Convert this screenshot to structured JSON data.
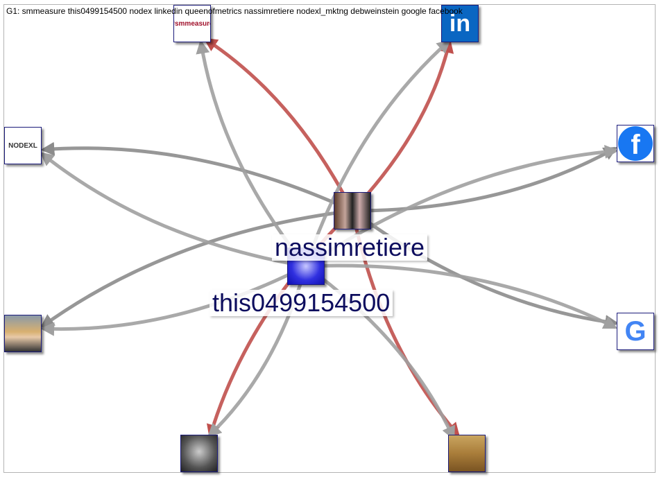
{
  "graph": {
    "title": "G1: smmeasure this0499154500 nodex linkedin queenofmetrics nassimretiere nodexl_mktng debweinstein google facebook",
    "nodes": [
      {
        "id": "smmeasure",
        "icon": "smmeasure-logo",
        "logo_text": "#smmeasure"
      },
      {
        "id": "linkedin",
        "icon": "linkedin-logo",
        "logo_text": "in"
      },
      {
        "id": "nodex",
        "icon": "nodexl-logo",
        "logo_text": "NODEXL"
      },
      {
        "id": "facebook",
        "icon": "facebook-logo",
        "logo_text": "f"
      },
      {
        "id": "queenofmetrics",
        "icon": "avatar-photo"
      },
      {
        "id": "google",
        "icon": "google-logo",
        "logo_text": "G"
      },
      {
        "id": "debweinstein",
        "icon": "avatar-photo"
      },
      {
        "id": "nodexl_mktng",
        "icon": "desert-photo"
      },
      {
        "id": "nassimretiere",
        "icon": "avatar-photo",
        "label": "nassimretiere"
      },
      {
        "id": "this0499154500",
        "icon": "avatar-photo",
        "label": "this0499154500"
      }
    ],
    "edges": [
      {
        "source": "nassimretiere",
        "target": "smmeasure",
        "color": "#c0504d"
      },
      {
        "source": "nassimretiere",
        "target": "linkedin",
        "color": "#c0504d"
      },
      {
        "source": "nassimretiere",
        "target": "debweinstein",
        "color": "#c0504d"
      },
      {
        "source": "nassimretiere",
        "target": "nodexl_mktng",
        "color": "#c0504d"
      },
      {
        "source": "nassimretiere",
        "target": "nodex",
        "color": "#8c8c8c"
      },
      {
        "source": "nassimretiere",
        "target": "facebook",
        "color": "#8c8c8c"
      },
      {
        "source": "nassimretiere",
        "target": "queenofmetrics",
        "color": "#8c8c8c"
      },
      {
        "source": "nassimretiere",
        "target": "google",
        "color": "#8c8c8c"
      },
      {
        "source": "this0499154500",
        "target": "smmeasure",
        "color": "#a0a0a0"
      },
      {
        "source": "this0499154500",
        "target": "linkedin",
        "color": "#a0a0a0"
      },
      {
        "source": "this0499154500",
        "target": "nodex",
        "color": "#a0a0a0"
      },
      {
        "source": "this0499154500",
        "target": "facebook",
        "color": "#a0a0a0"
      },
      {
        "source": "this0499154500",
        "target": "queenofmetrics",
        "color": "#a0a0a0"
      },
      {
        "source": "this0499154500",
        "target": "google",
        "color": "#a0a0a0"
      },
      {
        "source": "this0499154500",
        "target": "debweinstein",
        "color": "#a0a0a0"
      },
      {
        "source": "this0499154500",
        "target": "nodexl_mktng",
        "color": "#a0a0a0"
      }
    ]
  }
}
